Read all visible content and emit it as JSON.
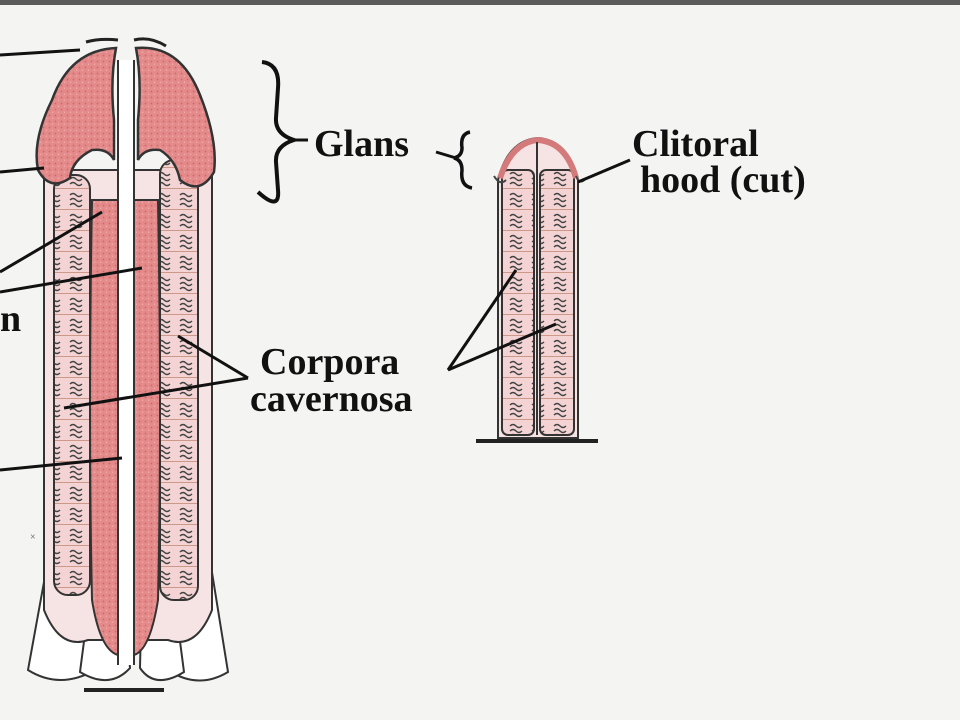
{
  "labels": {
    "glans": "Glans",
    "clitoral_hood_line1": "Clitoral",
    "clitoral_hood_line2": "hood (cut)",
    "corpora_line1": "Corpora",
    "corpora_line2": "cavernosa",
    "left_fragment": "n"
  },
  "colors": {
    "background": "#f4f5f2",
    "tissue": "#e58a8a",
    "tissue_light": "#f2cfcf",
    "outline": "#222222",
    "top_bar": "#5b5b5b"
  }
}
